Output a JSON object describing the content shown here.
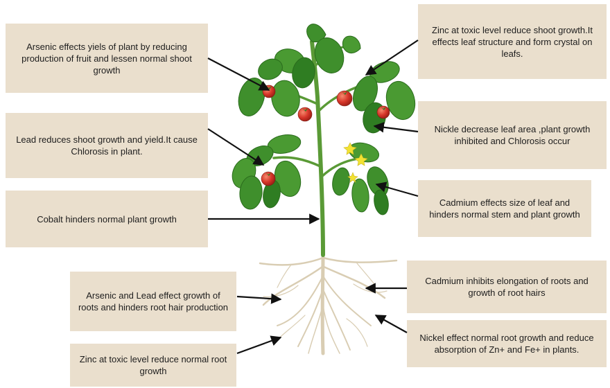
{
  "labels": {
    "arsenic_shoot": "Arsenic effects yiels of plant by reducing production of fruit and lessen normal shoot growth",
    "zinc_shoot": "Zinc at toxic level reduce shoot growth.It effects leaf structure and form crystal on leafs.",
    "lead_shoot": "Lead reduces shoot growth and yield.It cause Chlorosis in plant.",
    "nickle_leaf": "Nickle decrease leaf area ,plant growth inhibited and Chlorosis occur",
    "cobalt": "Cobalt hinders normal plant growth",
    "cadmium_leaf": "Cadmium effects size of leaf and hinders normal stem and plant growth",
    "arsenic_lead_root": "Arsenic and Lead effect growth of roots and hinders root hair production",
    "cadmium_root": "Cadmium inhibits elongation of roots and growth of root hairs",
    "zinc_root": "Zinc at toxic level reduce normal root growth",
    "nickel_root": "Nickel effect normal root growth and reduce absorption of Zn+ and Fe+ in plants."
  },
  "colors": {
    "box": "#eadfcd",
    "arrow": "#111111",
    "leaf": "#3f8f2c",
    "leaf_dark": "#2a6b1c",
    "stem": "#5a9a36",
    "tomato": "#d7362a",
    "flower": "#f2e232",
    "root": "#d9cdb3"
  }
}
